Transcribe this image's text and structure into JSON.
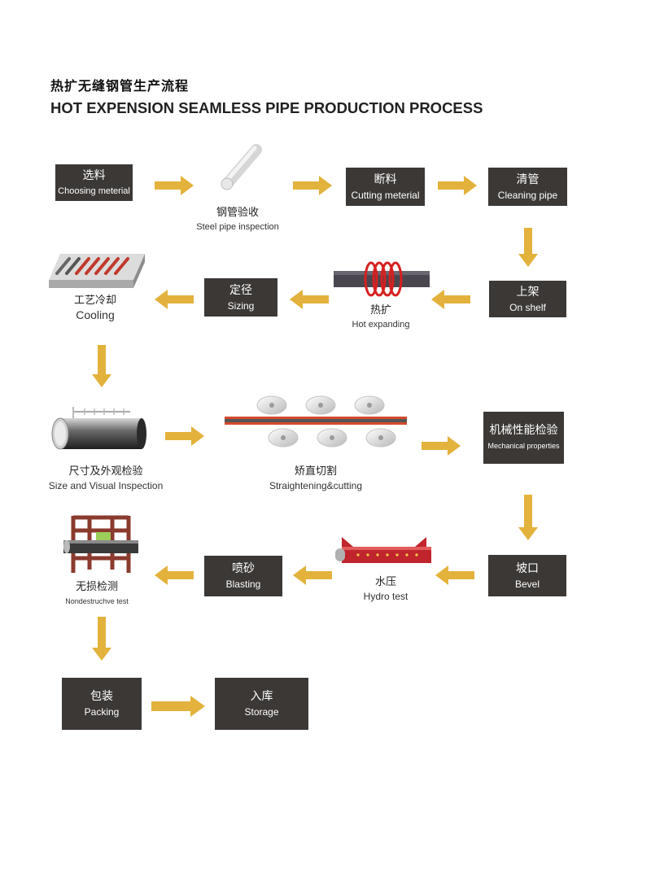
{
  "header": {
    "title_cn": "热扩无缝钢管生产流程",
    "title_en": "HOT EXPENSION SEAMLESS PIPE PRODUCTION PROCESS"
  },
  "colors": {
    "box": "#3b3836",
    "arrow": "#e3b23c",
    "pipe_red": "#c0392b"
  },
  "steps": {
    "choosing": {
      "cn": "选料",
      "en": "Choosing meterial"
    },
    "inspection": {
      "cn": "钢管验收",
      "en": "Steel pipe inspection"
    },
    "cutting": {
      "cn": "断料",
      "en": "Cutting meterial"
    },
    "cleaning": {
      "cn": "清管",
      "en": "Cleaning pipe"
    },
    "shelf": {
      "cn": "上架",
      "en": "On shelf"
    },
    "hot": {
      "cn": "热扩",
      "en": "Hot expanding"
    },
    "sizing": {
      "cn": "定径",
      "en": "Sizing"
    },
    "cooling": {
      "cn": "工艺冷却",
      "en": "Cooling"
    },
    "visual": {
      "cn": "尺寸及外观检验",
      "en": "Size and Visual Inspection"
    },
    "straight": {
      "cn": "矫直切割",
      "en": "Straightening&cutting"
    },
    "mech": {
      "cn": "机械性能检验",
      "en": "Mechanical properties"
    },
    "bevel": {
      "cn": "坡口",
      "en": "Bevel"
    },
    "hydro": {
      "cn": "水压",
      "en": "Hydro test"
    },
    "blasting": {
      "cn": "喷砂",
      "en": "Blasting"
    },
    "ndt": {
      "cn": "无损检测",
      "en": "Nondestruchve test"
    },
    "packing": {
      "cn": "包装",
      "en": "Packing"
    },
    "storage": {
      "cn": "入库",
      "en": "Storage"
    }
  }
}
